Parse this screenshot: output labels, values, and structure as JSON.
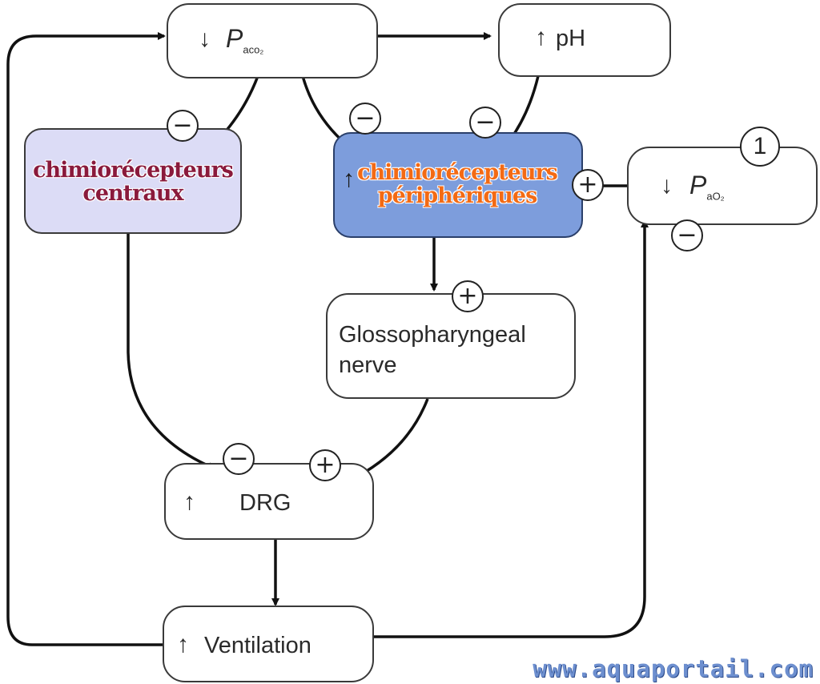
{
  "nodes": {
    "paco2": {
      "arrow": "down",
      "symbol": "P",
      "subscript": "aco₂"
    },
    "ph": {
      "arrow": "up",
      "label": "pH"
    },
    "central": {
      "title": "chimiorécepteurs centraux"
    },
    "peripheral": {
      "arrow": "up",
      "title": "chimiorécepteurs périphériques"
    },
    "pao2": {
      "arrow": "down",
      "symbol": "P",
      "subscript": "aO₂",
      "badge": "1"
    },
    "glosso": {
      "line1": "Glossopharyngeal",
      "line2": "nerve"
    },
    "drg": {
      "arrow": "up",
      "label": "DRG"
    },
    "ventilation": {
      "arrow": "up",
      "label": "Ventilation"
    }
  },
  "signs": {
    "paco2_to_central": "−",
    "paco2_to_peripheral": "−",
    "ph_to_peripheral": "−",
    "pao2_to_peripheral": "+",
    "ventilation_to_pao2": "−",
    "peripheral_to_glosso": "+",
    "central_to_drg": "−",
    "glosso_to_drg": "+"
  },
  "arrow_glyphs": {
    "up": "↑",
    "down": "↓"
  },
  "colors": {
    "central_fill": "#dcdcf6",
    "peripheral_fill": "#7d9ddc",
    "central_text": "#8a1a3c",
    "peripheral_text": "#f36a14"
  },
  "watermark": "www.aquaportail.com"
}
